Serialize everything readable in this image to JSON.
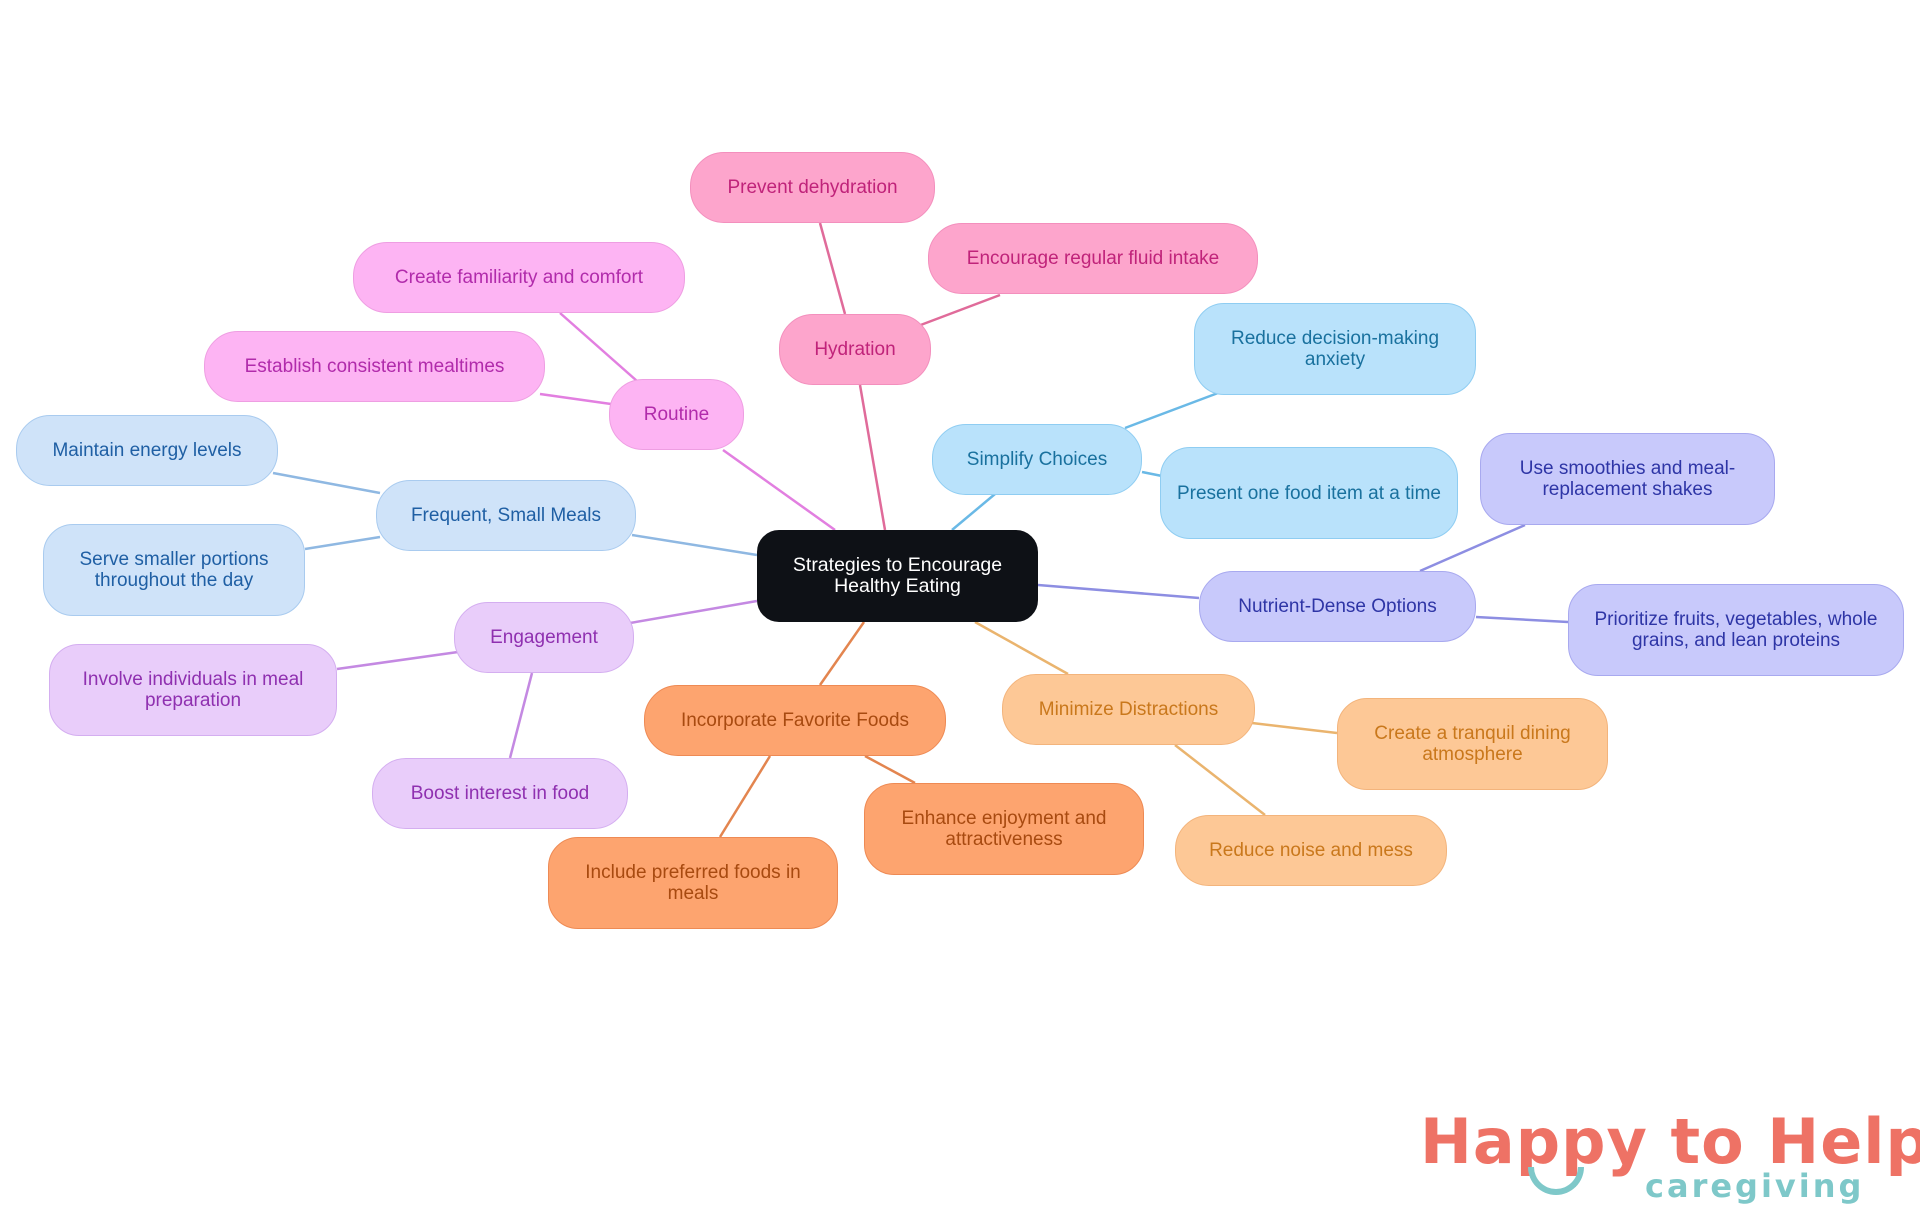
{
  "root": {
    "label": "Strategies to Encourage Healthy Eating"
  },
  "branches": [
    {
      "id": "hydration",
      "label": "Hydration",
      "children": [
        "Prevent dehydration",
        "Encourage regular fluid intake"
      ]
    },
    {
      "id": "routine",
      "label": "Routine",
      "children": [
        "Create familiarity and comfort",
        "Establish consistent mealtimes"
      ]
    },
    {
      "id": "frequent",
      "label": "Frequent, Small Meals",
      "children": [
        "Maintain energy levels",
        "Serve smaller portions throughout the day"
      ]
    },
    {
      "id": "engagement",
      "label": "Engagement",
      "children": [
        "Involve individuals in meal preparation",
        "Boost interest in food"
      ]
    },
    {
      "id": "favorite",
      "label": "Incorporate Favorite Foods",
      "children": [
        "Include preferred foods in meals",
        "Enhance enjoyment and attractiveness"
      ]
    },
    {
      "id": "distractions",
      "label": "Minimize Distractions",
      "children": [
        "Create a tranquil dining atmosphere",
        "Reduce noise and mess"
      ]
    },
    {
      "id": "nutrient",
      "label": "Nutrient-Dense Options",
      "children": [
        "Use smoothies and meal-replacement shakes",
        "Prioritize fruits, vegetables, whole grains, and lean proteins"
      ]
    },
    {
      "id": "simplify",
      "label": "Simplify Choices",
      "children": [
        "Reduce decision-making anxiety",
        "Present one food item at a time"
      ]
    }
  ],
  "colors": {
    "hydration": "#e06b9a",
    "routine": "#e27fe0",
    "frequent": "#8fb8e2",
    "engagement": "#c489e2",
    "favorite": "#e3854f",
    "distractions": "#eab46e",
    "nutrient": "#8d8ee2",
    "simplify": "#6ab9e6"
  },
  "logo": {
    "title": "Happy to Help",
    "subtitle": "caregiving"
  }
}
